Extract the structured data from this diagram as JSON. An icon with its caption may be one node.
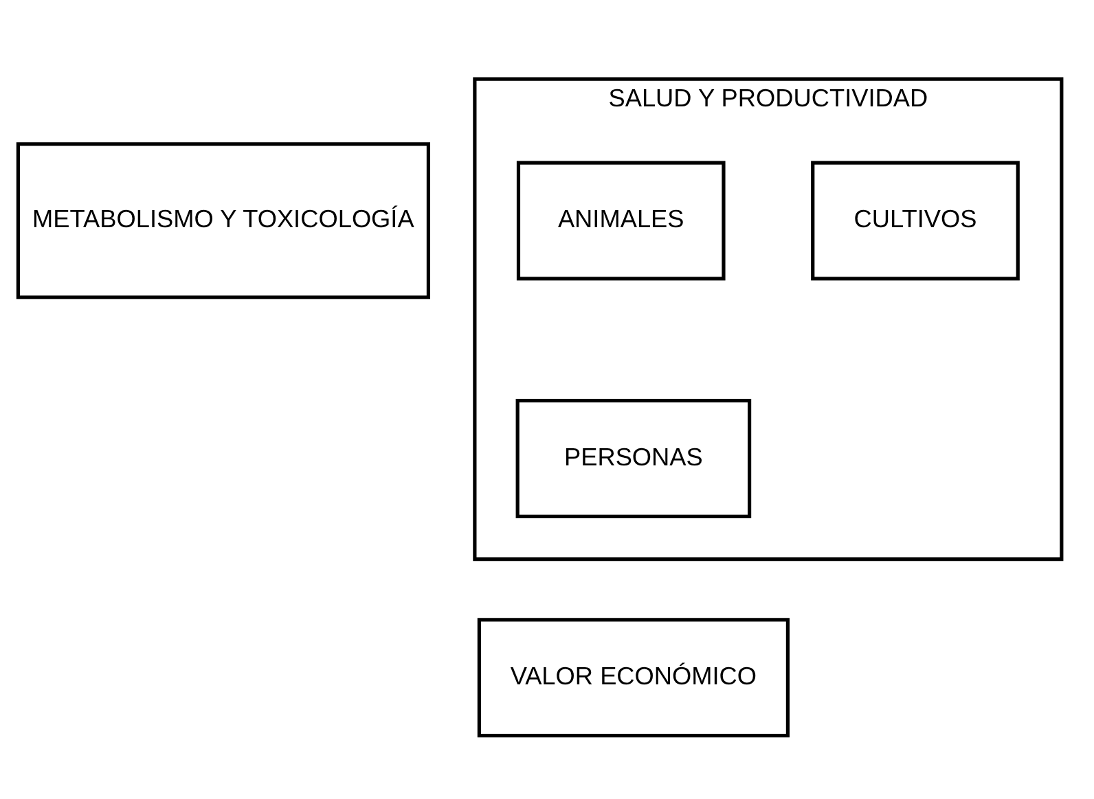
{
  "diagram": {
    "nodes": [
      {
        "text": [
          "METABOLISMO Y TOXICOLOGÍA"
        ]
      },
      {
        "text": [
          "SALUD Y PRODUCTIVIDAD"
        ]
      },
      {
        "text": [
          "CULTIVOS"
        ],
        "in": 1
      },
      {
        "text": [
          "PERSONAS"
        ],
        "in": 1
      },
      {
        "text": [
          "ANIMALES"
        ],
        "in": 1
      },
      {
        "text": [
          "VALOR ECONÓMICO"
        ]
      }
    ]
  }
}
